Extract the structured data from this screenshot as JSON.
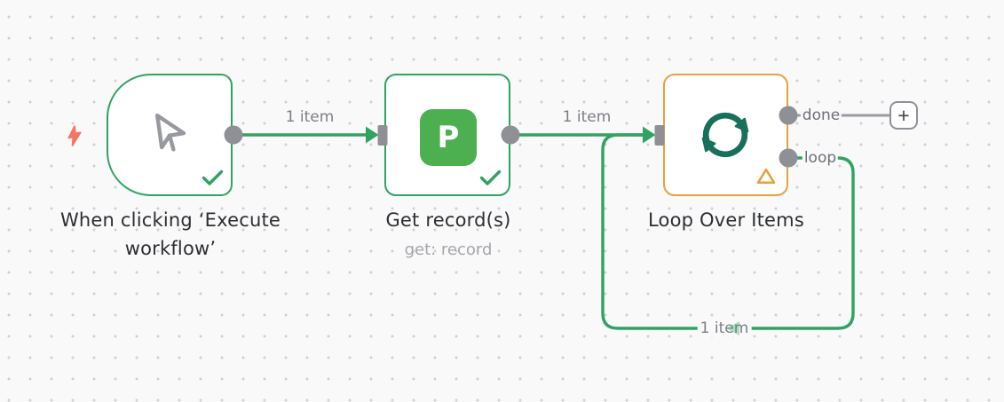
{
  "canvas": {
    "background": "#f9f9fa",
    "dot_color": "#cfd0d4"
  },
  "colors": {
    "success_green": "#2fa35f",
    "warning_orange": "#e7a13d",
    "trigger_coral": "#f47562",
    "connector_gray": "#8e9095",
    "wire_gray": "#9a9ca0",
    "postgres_green": "#4caf50",
    "loop_teal": "#17705c",
    "title_text": "#2d2e33",
    "muted_text": "#a4a6ab"
  },
  "nodes": {
    "trigger": {
      "title": "When clicking ‘Execute workflow’",
      "status": "success",
      "icon": "mouse-pointer"
    },
    "postgres": {
      "title": "Get record(s)",
      "subtitle": "get: record",
      "status": "success",
      "icon_letter": "P"
    },
    "loop": {
      "title": "Loop Over Items",
      "status": "warning",
      "icon": "sync-loop",
      "output_done": "done",
      "output_loop": "loop"
    }
  },
  "connections": {
    "trigger_to_postgres": {
      "label": "1 item"
    },
    "postgres_to_loop": {
      "label": "1 item"
    },
    "loop_back": {
      "label": "1 item"
    }
  },
  "add_button": {
    "label": "+"
  }
}
